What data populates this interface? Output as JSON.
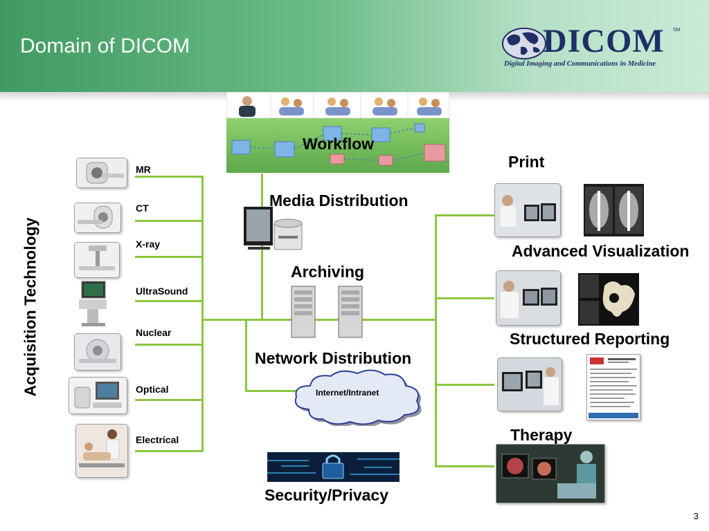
{
  "slide": {
    "title": "Domain of DICOM",
    "page_number": "3"
  },
  "logo": {
    "name": "DICOM",
    "mark": "SM",
    "tagline": "Digital Imaging and Communications in Medicine"
  },
  "acquisition": {
    "title": "Acquisition Technology",
    "modalities": [
      "MR",
      "CT",
      "X-ray",
      "UltraSound",
      "Nuclear",
      "Optical",
      "Electrical"
    ]
  },
  "center": {
    "workflow": "Workflow",
    "media_distribution": "Media Distribution",
    "archiving": "Archiving",
    "network_distribution": "Network Distribution",
    "internet": "Internet/Intranet",
    "security": "Security/Privacy"
  },
  "right": {
    "print": "Print",
    "advanced_visualization": "Advanced Visualization",
    "structured_reporting": "Structured Reporting",
    "therapy": "Therapy"
  },
  "colors": {
    "header_green": "#3f9b62",
    "connector_green": "#8cc63f",
    "logo_navy": "#1f2f66"
  }
}
